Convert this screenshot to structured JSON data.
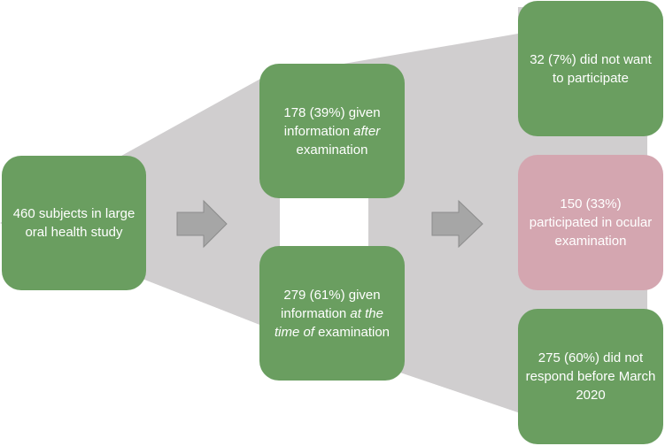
{
  "colors": {
    "box_green": "#6a9e60",
    "box_pink": "#d4a6b0",
    "funnel_gray": "#d0cecf",
    "arrow_gray": "#a6a6a6"
  },
  "boxes": {
    "start": {
      "text": "460 subjects in large oral health study"
    },
    "after_info": {
      "pre": "178 (39%) given information ",
      "em": "after",
      "post": " examination"
    },
    "time_info": {
      "pre": "279 (61%) given information ",
      "em": "at the time of",
      "post": " examination"
    },
    "declined": {
      "text": "32 (7%) did not want to participate"
    },
    "participated": {
      "text": "150 (33%) participated in ocular examination"
    },
    "no_response": {
      "text": "275 (60%) did not respond before March 2020"
    }
  },
  "arrows": [
    "right-arrow-icon",
    "right-arrow-icon"
  ]
}
